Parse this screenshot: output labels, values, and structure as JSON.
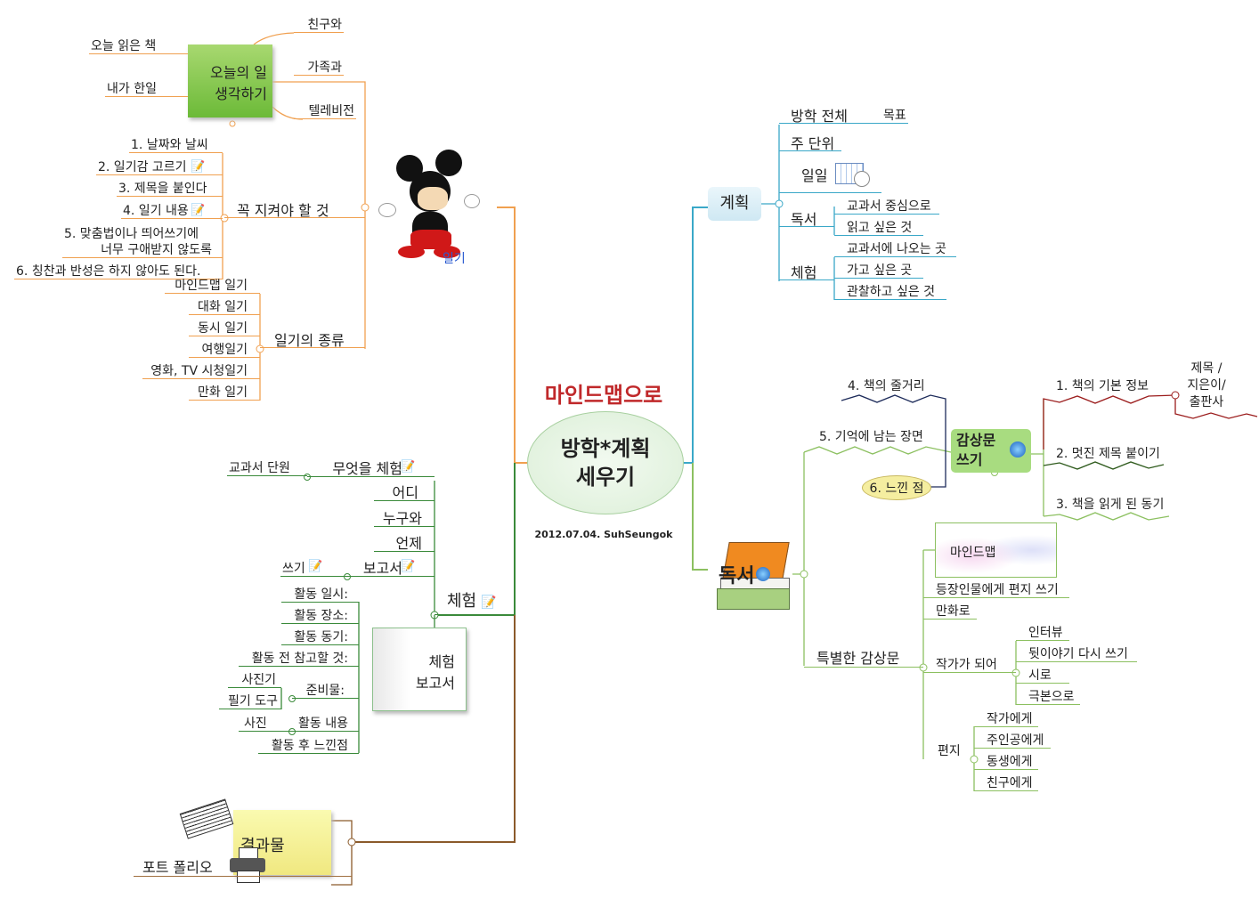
{
  "center": {
    "heading": "마인드맵으로",
    "title_line1": "방학*계획",
    "title_line2": "세우기",
    "date": "2012.07.04. SuhSeungok"
  },
  "diary": {
    "caption": "일기",
    "today_node": {
      "line1": "오늘의 일",
      "line2": "생각하기",
      "left": [
        "오늘 읽은 책",
        "내가 한일"
      ],
      "right": [
        "친구와",
        "가족과",
        "텔레비전"
      ]
    },
    "rules": {
      "label": "꼭 지켜야 할 것",
      "items": [
        "1. 날짜와 날씨",
        "2. 일기감 고르기",
        "3. 제목을 붙인다",
        "4. 일기 내용",
        "5. 맞춤법이나 띄어쓰기에",
        "너무 구애받지 않도록",
        "6. 칭찬과 반성은 하지 않아도 된다."
      ]
    },
    "types": {
      "label": "일기의 종류",
      "items": [
        "마인드맵 일기",
        "대화 일기",
        "동시 일기",
        "여행일기",
        "영화, TV 시청일기",
        "만화 일기"
      ]
    }
  },
  "plan": {
    "label": "계획",
    "items": [
      {
        "label": "방학 전체",
        "child": "목표"
      },
      {
        "label": "주 단위"
      },
      {
        "label": "일일"
      }
    ],
    "reading": {
      "label": "독서",
      "items": [
        "교과서 중심으로",
        "읽고 싶은 것"
      ]
    },
    "experience": {
      "label": "체험",
      "items": [
        "교과서에 나오는 곳",
        "가고 싶은 곳",
        "관찰하고 싶은 것"
      ]
    }
  },
  "reading": {
    "label": "독서",
    "review": {
      "label_line1": "감상문",
      "label_line2": "쓰기",
      "left": [
        "4. 책의 줄거리",
        "5. 기억에 남는 장면",
        "6. 느낀 점"
      ],
      "right": [
        "1. 책의 기본 정보",
        "2. 멋진 제목 붙이기",
        "3. 책을 읽게 된 동기"
      ],
      "basic_info": [
        "제목 /",
        "지은이/",
        "출판사"
      ]
    },
    "special": {
      "label": "특별한 감상문",
      "mindmap": "마인드맵",
      "letter_to_character": "등장인물에게 편지 쓰기",
      "comic": "만화로",
      "as_author": {
        "label": "작가가 되어",
        "items": [
          "인터뷰",
          "뒷이야기 다시 쓰기",
          "시로",
          "극본으로"
        ]
      },
      "letter": {
        "label": "편지",
        "items": [
          "작가에게",
          "주인공에게",
          "동생에게",
          "친구에게"
        ]
      }
    }
  },
  "experience": {
    "label": "체험",
    "items": [
      {
        "label": "무엇을 체험",
        "child": "교과서 단원"
      },
      {
        "label": "어디"
      },
      {
        "label": "누구와"
      },
      {
        "label": "언제"
      },
      {
        "label": "보고서",
        "child": "쓰기"
      }
    ],
    "report": {
      "line1": "체험",
      "line2": "보고서",
      "items": [
        "활동 일시:",
        "활동 장소:",
        "활동 동기:",
        "활동 전 참고할 것:",
        "준비물:",
        "활동 내용",
        "활동 후 느낀점"
      ],
      "supplies": [
        "사진기",
        "필기 도구"
      ],
      "content_child": "사진"
    }
  },
  "results": {
    "label": "결과물",
    "items": [
      "포트 폴리오"
    ]
  },
  "colors": {
    "diary": "#f0a050",
    "plan": "#3aa8c8",
    "reading": "#8cc060",
    "experience": "#3a8a3a",
    "results": "#a07040",
    "heading": "#c0282a"
  }
}
